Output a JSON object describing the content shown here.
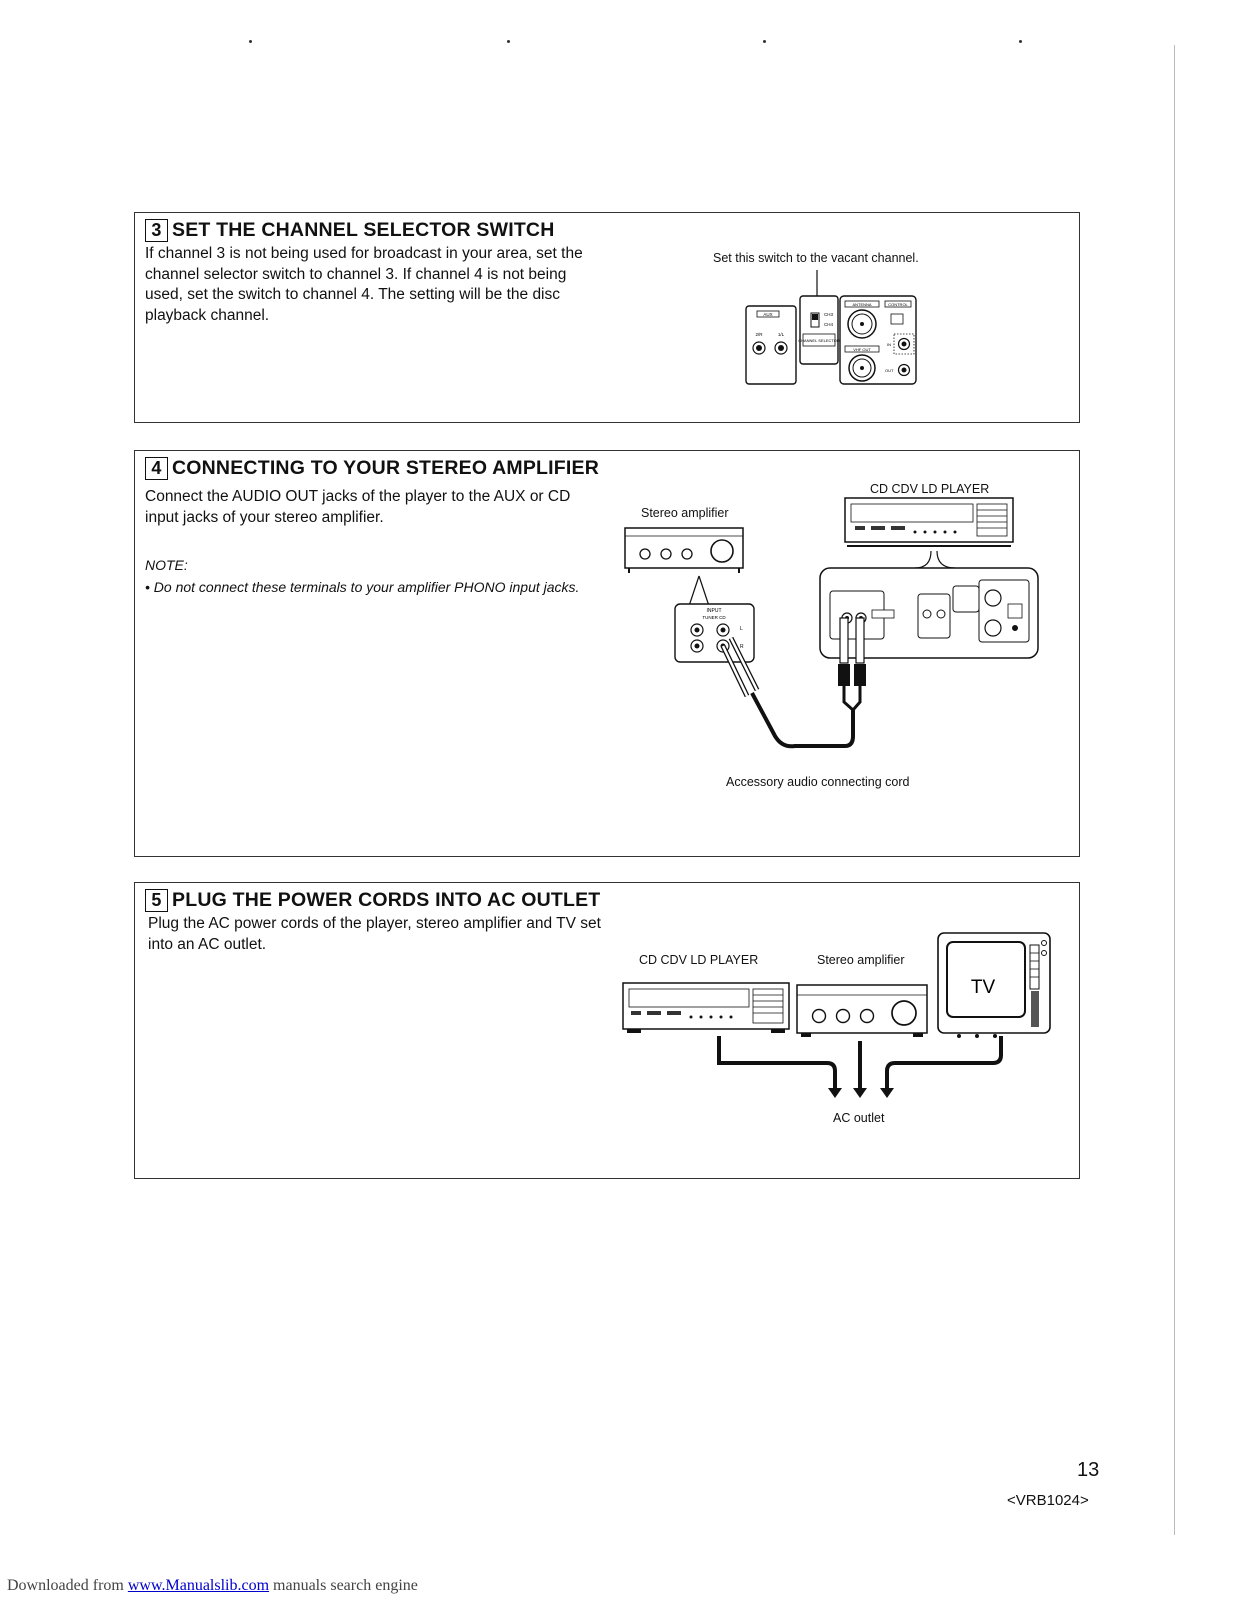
{
  "section3": {
    "number": "3",
    "title": "SET THE CHANNEL SELECTOR SWITCH",
    "body": "If channel 3 is not being used for broadcast in your area, set the channel selector switch to channel 3. If channel 4 is not being used, set the switch to channel 4. The setting will be the disc playback channel.",
    "caption": "Set this switch to the vacant channel.",
    "panel_labels": {
      "aux": "AUX",
      "r": "2/R",
      "l": "1/L",
      "ch3": "CH3",
      "ch4": "CH4",
      "channel_selector": "CHANNEL SELECTOR",
      "antenna": "ANTENNA",
      "vhf_out": "VHF OUT",
      "control": "CONTROL",
      "in": "IN",
      "out": "OUT"
    }
  },
  "section4": {
    "number": "4",
    "title": "CONNECTING TO YOUR STEREO AMPLIFIER",
    "body": "Connect the AUDIO OUT jacks of the player to the AUX or CD input jacks of your stereo amplifier.",
    "note_label": "NOTE:",
    "note_bullet": "•",
    "note_text": "Do not connect these terminals to your amplifier PHONO input jacks.",
    "label_player": "CD CDV LD PLAYER",
    "label_amplifier": "Stereo amplifier",
    "label_cord": "Accessory audio connecting cord",
    "input_label": "INPUT",
    "input_tuner_cd": "TUNER CD",
    "input_l": "L",
    "input_r": "R"
  },
  "section5": {
    "number": "5",
    "title": "PLUG THE POWER CORDS INTO AC OUTLET",
    "body": "Plug the AC power cords of the player, stereo amplifier and TV set into an AC outlet.",
    "label_player": "CD CDV LD PLAYER",
    "label_amplifier": "Stereo amplifier",
    "label_tv": "TV",
    "label_outlet": "AC outlet"
  },
  "page_number": "13",
  "doc_code": "<VRB1024>",
  "footer": {
    "prefix": "Downloaded from ",
    "link": "www.Manualslib.com",
    "suffix": " manuals search engine"
  }
}
